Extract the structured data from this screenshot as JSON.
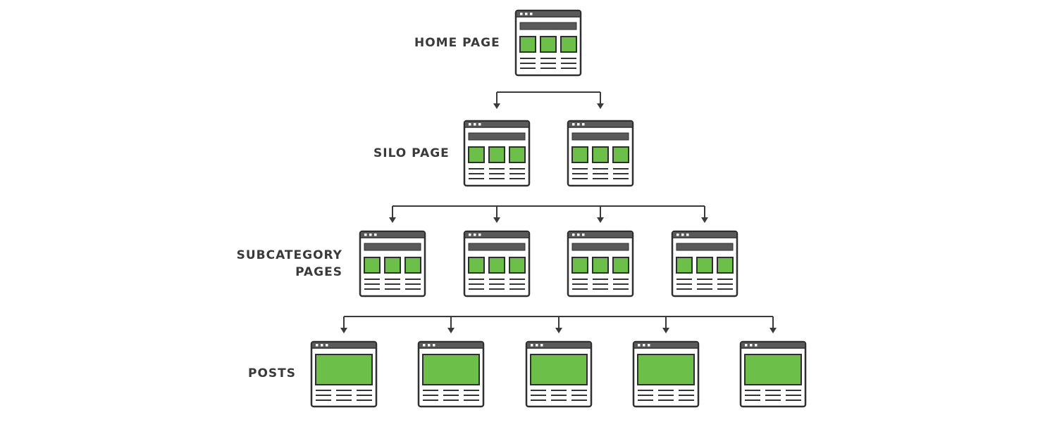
{
  "diagram": {
    "levels": [
      {
        "id": "home",
        "label_lines": [
          "HOME PAGE"
        ],
        "page_count": 1,
        "page_style": "grid"
      },
      {
        "id": "silo",
        "label_lines": [
          "SILO PAGE"
        ],
        "page_count": 2,
        "page_style": "grid"
      },
      {
        "id": "subcategory",
        "label_lines": [
          "SUBCATEGORY",
          "PAGES"
        ],
        "page_count": 4,
        "page_style": "grid"
      },
      {
        "id": "posts",
        "label_lines": [
          "POSTS"
        ],
        "page_count": 5,
        "page_style": "post"
      }
    ],
    "colors": {
      "outline": "#2f2f2f",
      "title_bar": "#5a5a5a",
      "green_fill": "#6cc04a",
      "text_lines": "#333333",
      "page_bg": "#ffffff",
      "connector": "#3a3a3a",
      "label_text": "#3a3a3a"
    },
    "icons": {
      "page": "webpage-wireframe-icon",
      "arrow": "arrow-down-icon"
    }
  }
}
